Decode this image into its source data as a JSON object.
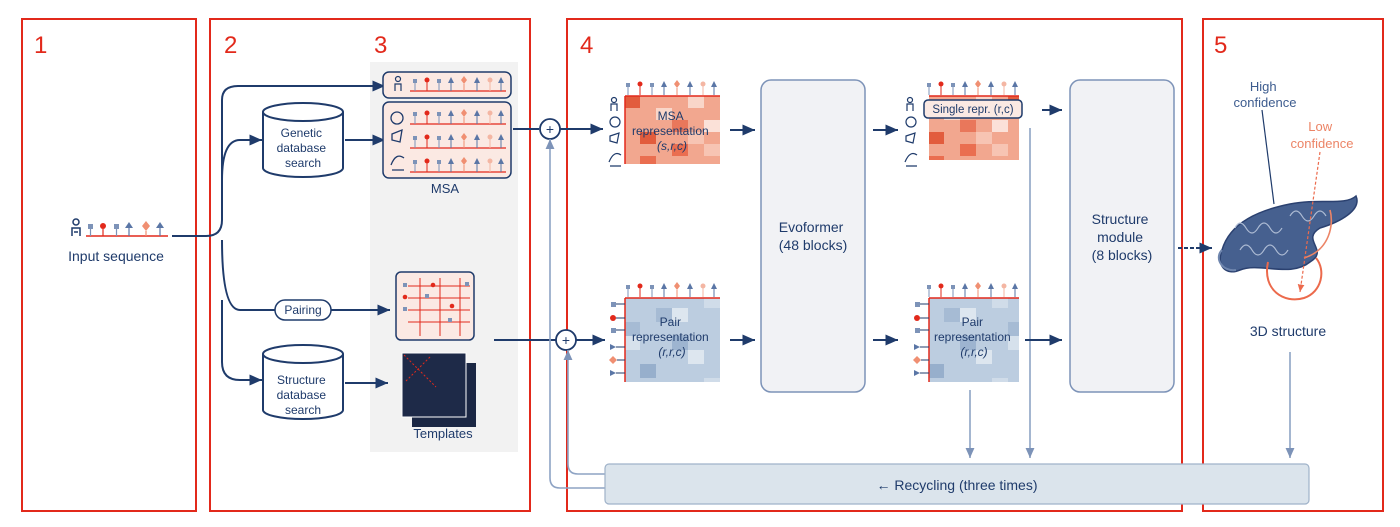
{
  "sections": [
    "1",
    "2",
    "3",
    "4",
    "5"
  ],
  "input": {
    "label": "Input sequence"
  },
  "genetic_db": {
    "line1": "Genetic",
    "line2": "database",
    "line3": "search"
  },
  "structure_db": {
    "line1": "Structure",
    "line2": "database",
    "line3": "search"
  },
  "pairing": {
    "label": "Pairing"
  },
  "msa": {
    "label": "MSA"
  },
  "templates": {
    "label": "Templates"
  },
  "msa_repr": {
    "line1": "MSA",
    "line2": "representation",
    "line3": "(s,r,c)"
  },
  "pair_repr_left": {
    "line1": "Pair",
    "line2": "representation",
    "line3": "(r,r,c)"
  },
  "evoformer": {
    "line1": "Evoformer",
    "line2": "(48 blocks)"
  },
  "single_repr": {
    "label": "Single repr. (r,c)"
  },
  "pair_repr_right": {
    "line1": "Pair",
    "line2": "representation",
    "line3": "(r,r,c)"
  },
  "structure_module": {
    "line1": "Structure",
    "line2": "module",
    "line3": "(8 blocks)"
  },
  "high_conf": {
    "line1": "High",
    "line2": "confidence"
  },
  "low_conf": {
    "line1": "Low",
    "line2": "confidence"
  },
  "structure_3d": {
    "label": "3D structure"
  },
  "recycling": {
    "label": "← Recycling (three times)"
  },
  "plus_symbol": "+",
  "colors": {
    "section_border": "#e2291b",
    "navy": "#1f3b6b",
    "msa_red": "#ef8a6e",
    "pair_blue": "#b7c9de",
    "block_bg": "#f1f2f5",
    "recycle_bg": "#dbe4ec"
  }
}
